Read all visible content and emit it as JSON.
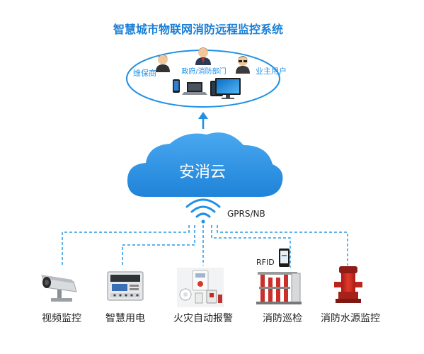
{
  "title": "智慧城市物联网消防远程监控系统",
  "users": {
    "maintainer": "维保商",
    "government": "政府/消防部门",
    "owner": "业主用户"
  },
  "cloud": {
    "label": "安消云"
  },
  "network": {
    "label": "GPRS/NB"
  },
  "rfid_label": "RFID",
  "devices": [
    {
      "key": "video",
      "label": "视频监控"
    },
    {
      "key": "power",
      "label": "智慧用电"
    },
    {
      "key": "fire_alarm",
      "label": "火灾自动报警"
    },
    {
      "key": "patrol",
      "label": "消防巡检"
    },
    {
      "key": "water",
      "label": "消防水源监控"
    }
  ],
  "colors": {
    "title": "#1a7fd6",
    "accent_blue": "#1e90e6",
    "cloud": "#2b8fe0",
    "line": "#2a9ae6",
    "text_dark": "#222222",
    "pump_red": "#d62b22"
  }
}
